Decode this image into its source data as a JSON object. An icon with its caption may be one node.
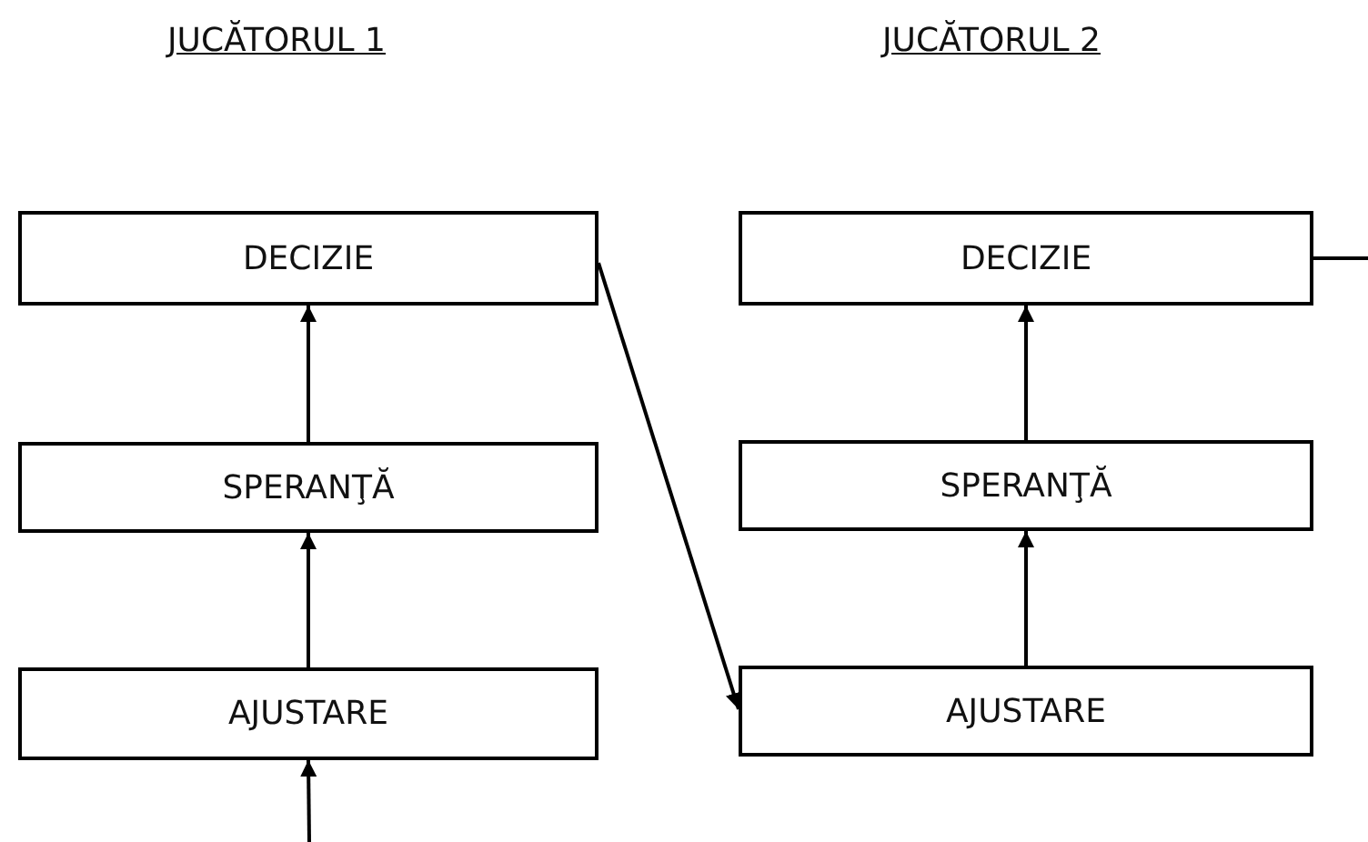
{
  "diagram": {
    "nodes": [
      {
        "text": [
          "DECIZIE"
        ]
      },
      {
        "text": [
          "SPERANŢĂ"
        ]
      },
      {
        "text": [
          "AJUSTARE"
        ]
      },
      {
        "text": [
          "DECIZIE"
        ]
      },
      {
        "text": [
          "SPERANŢĂ"
        ]
      },
      {
        "text": [
          "AJUSTARE"
        ]
      }
    ],
    "edges": [
      {
        "from": 2,
        "to": 1,
        "arrow": "to"
      },
      {
        "from": 1,
        "to": 0,
        "arrow": "to"
      },
      {
        "from": null,
        "to": 2,
        "arrow": "to"
      },
      {
        "from": 0,
        "to": 5,
        "arrow": "to"
      },
      {
        "from": 5,
        "to": 4,
        "arrow": "to"
      },
      {
        "from": 4,
        "to": 3,
        "arrow": "to"
      },
      {
        "from": 3,
        "to": null,
        "arrow": "none"
      }
    ],
    "labels": [
      "JUCĂTORUL 1",
      "JUCĂTORUL 2"
    ]
  }
}
